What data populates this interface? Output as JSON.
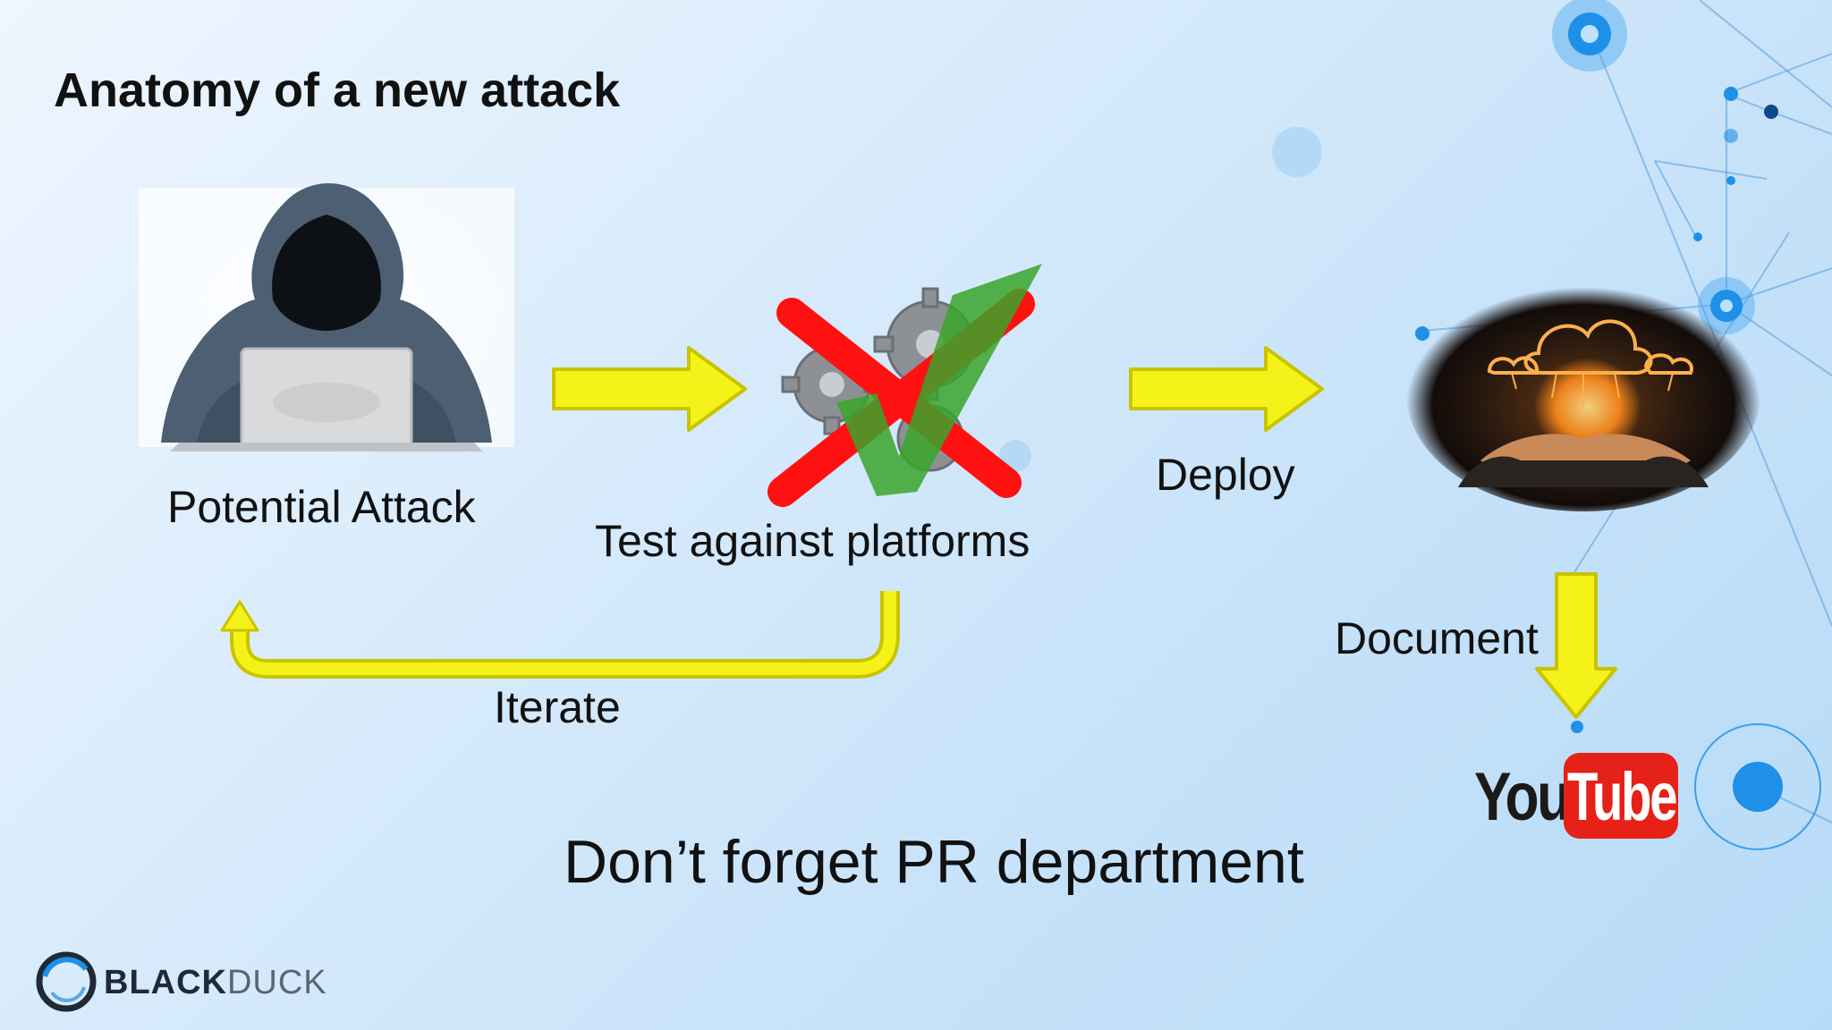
{
  "slide": {
    "title": "Anatomy of a new attack",
    "footer_note": "Don’t forget PR department"
  },
  "nodes": {
    "attacker": {
      "label": "Potential Attack",
      "icon": "hooded-hacker-icon"
    },
    "test": {
      "label": "Test against platforms",
      "icon": "gears-cross-check-icon"
    },
    "cloud": {
      "icon": "cloud-in-hands-icon"
    },
    "youtube": {
      "you": "You",
      "tube": "Tube",
      "icon": "youtube-logo"
    }
  },
  "edges": {
    "deploy": "Deploy",
    "document": "Document",
    "iterate": "Iterate"
  },
  "brand": {
    "bold": "BLACK",
    "light": "DUCK"
  },
  "colors": {
    "arrow": "#f5f21a",
    "arrow_stroke": "#c8c400",
    "cross": "#ff1111",
    "check": "#3aa52a",
    "youtube_red": "#e62117",
    "accent_blue": "#1e90e8"
  }
}
